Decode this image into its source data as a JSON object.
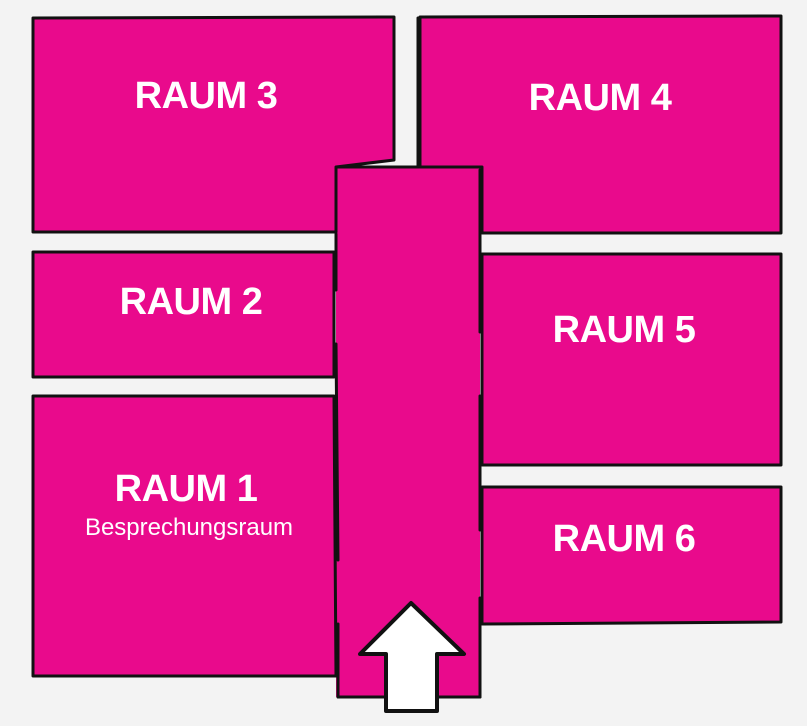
{
  "floor_plan": {
    "rooms": {
      "raum_1": {
        "name": "RAUM 1",
        "subtitle": "Besprechungsraum"
      },
      "raum_2": {
        "name": "RAUM 2"
      },
      "raum_3": {
        "name": "RAUM 3"
      },
      "raum_4": {
        "name": "RAUM 4"
      },
      "raum_5": {
        "name": "RAUM 5"
      },
      "raum_6": {
        "name": "RAUM 6"
      }
    },
    "entrance_icon": "arrow-up-icon",
    "colors": {
      "room": "#e90a8c",
      "text": "#ffffff",
      "outline": "#111111",
      "background": "#f3f3f3"
    }
  }
}
